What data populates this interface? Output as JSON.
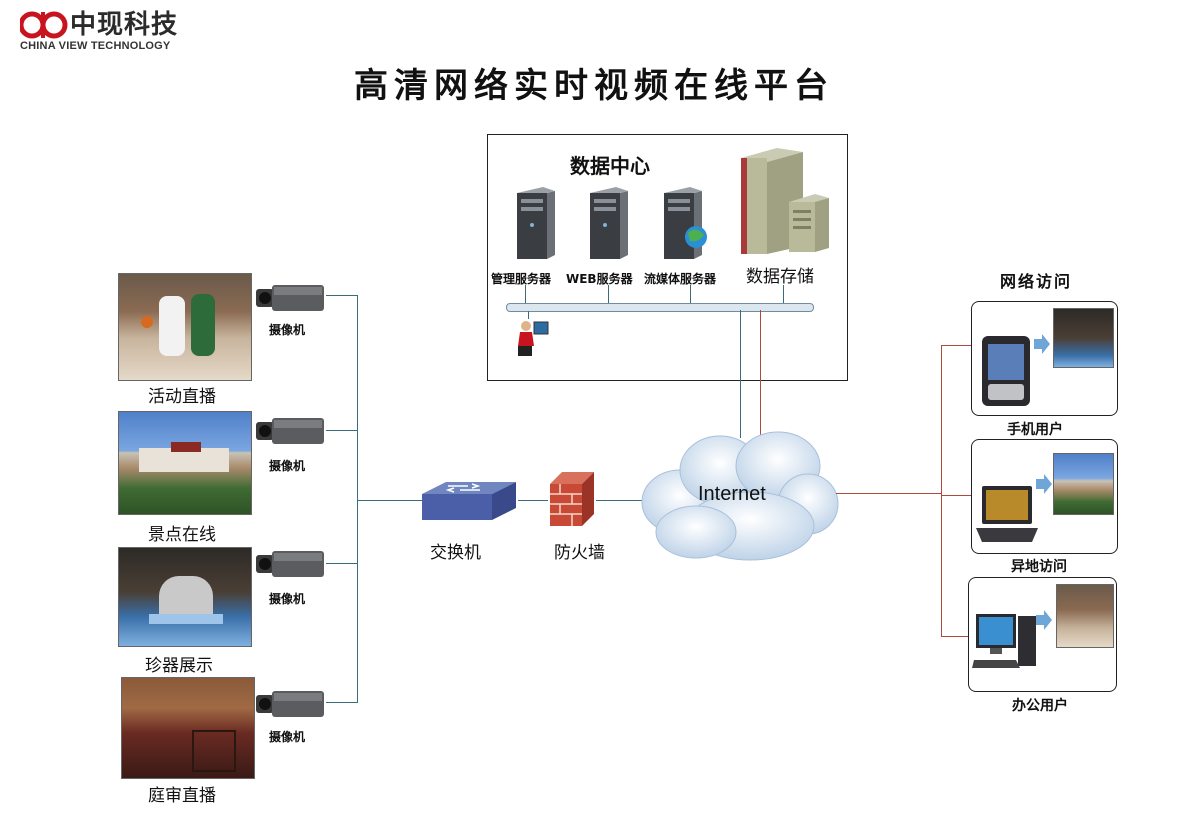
{
  "logo": {
    "cn": "中现科技",
    "en": "CHINA VIEW TECHNOLOGY"
  },
  "title": "高清网络实时视频在线平台",
  "data_center": {
    "title": "数据中心",
    "servers": [
      "管理服务器",
      "WEB服务器",
      "流媒体服务器"
    ],
    "storage": "数据存储"
  },
  "sources": [
    {
      "label": "活动直播",
      "camera": "摄像机"
    },
    {
      "label": "景点在线",
      "camera": "摄像机"
    },
    {
      "label": "珍器展示",
      "camera": "摄像机"
    },
    {
      "label": "庭审直播",
      "camera": "摄像机"
    }
  ],
  "switch_label": "交换机",
  "firewall_label": "防火墙",
  "internet_label": "Internet",
  "network_access": {
    "title": "网络访问",
    "users": [
      "手机用户",
      "异地访问",
      "办公用户"
    ]
  },
  "colors": {
    "wire": "#3b6c7a",
    "red_wire": "#b24a3a",
    "cloud": "#dde9f5"
  }
}
